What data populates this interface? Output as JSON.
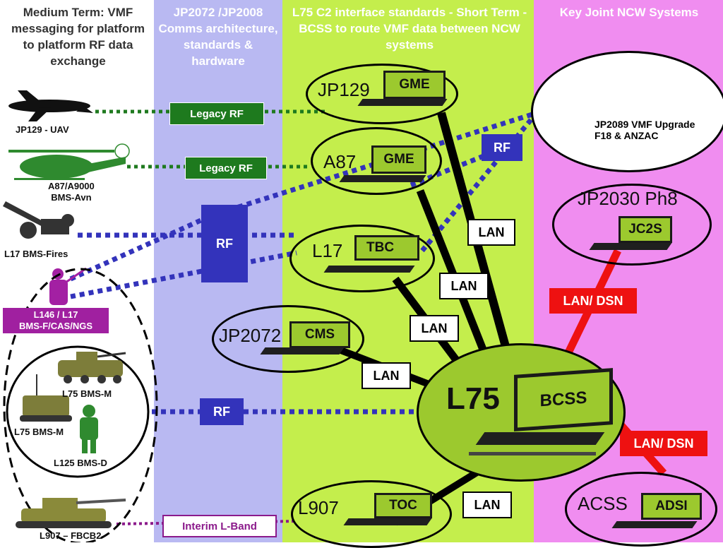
{
  "columns": {
    "medium_term": "Medium Term: VMF messaging for platform to platform RF data exchange",
    "comms": "JP2072 /JP2008 Comms architecture, standards & hardware",
    "l75": "L75 C2 interface standards - Short Term - BCSS to route VMF data between NCW systems",
    "joint": "Key Joint NCW Systems"
  },
  "platforms": {
    "uav": "JP129 - UAV",
    "heli": "A87/A9000\nBMS-Avn",
    "fires": "L17 BMS-Fires",
    "l146": "L146 / L17\nBMS-F/CAS/NGS",
    "bmsm1": "L75 BMS-M",
    "bmsm2": "L75 BMS-M",
    "bmsd": "L125 BMS-D",
    "tank": "L907 – FBCB2"
  },
  "links": {
    "legacy_rf_1": "Legacy RF",
    "legacy_rf_2": "Legacy RF",
    "rf_main": "RF",
    "rf_lower": "RF",
    "rf_right": "RF",
    "interim": "Interim L-Band",
    "lan1": "LAN",
    "lan2": "LAN",
    "lan3": "LAN",
    "lan4": "LAN",
    "lan5": "LAN",
    "lan_dsn1": "LAN/ DSN",
    "lan_dsn2": "LAN/ DSN"
  },
  "nodes": {
    "jp129": {
      "title": "JP129",
      "screen": "GME"
    },
    "a87": {
      "title": "A87",
      "screen": "GME"
    },
    "l17": {
      "title": "L17",
      "screen": "TBC"
    },
    "jp2072": {
      "title": "JP2072",
      "screen": "CMS"
    },
    "l75": {
      "title": "L75",
      "screen": "BCSS"
    },
    "l907": {
      "title": "L907",
      "screen": "TOC"
    },
    "jp2089": {
      "title": "JP2089 VMF Upgrade\nF18 & ANZAC"
    },
    "jp2030": {
      "title": "JP2030 Ph8",
      "screen": "JC2S"
    },
    "acss": {
      "title": "ACSS",
      "screen": "ADSI"
    }
  },
  "colors": {
    "col_white": "#ffffff",
    "col_lavender": "#b9b9f2",
    "col_green": "#c4ee4c",
    "col_pink": "#f08df0",
    "rf_blue": "#3333bb",
    "legacy_green": "#1e7a1e",
    "lan_red": "#ee1111",
    "interim_purple": "#8b1a8b"
  }
}
